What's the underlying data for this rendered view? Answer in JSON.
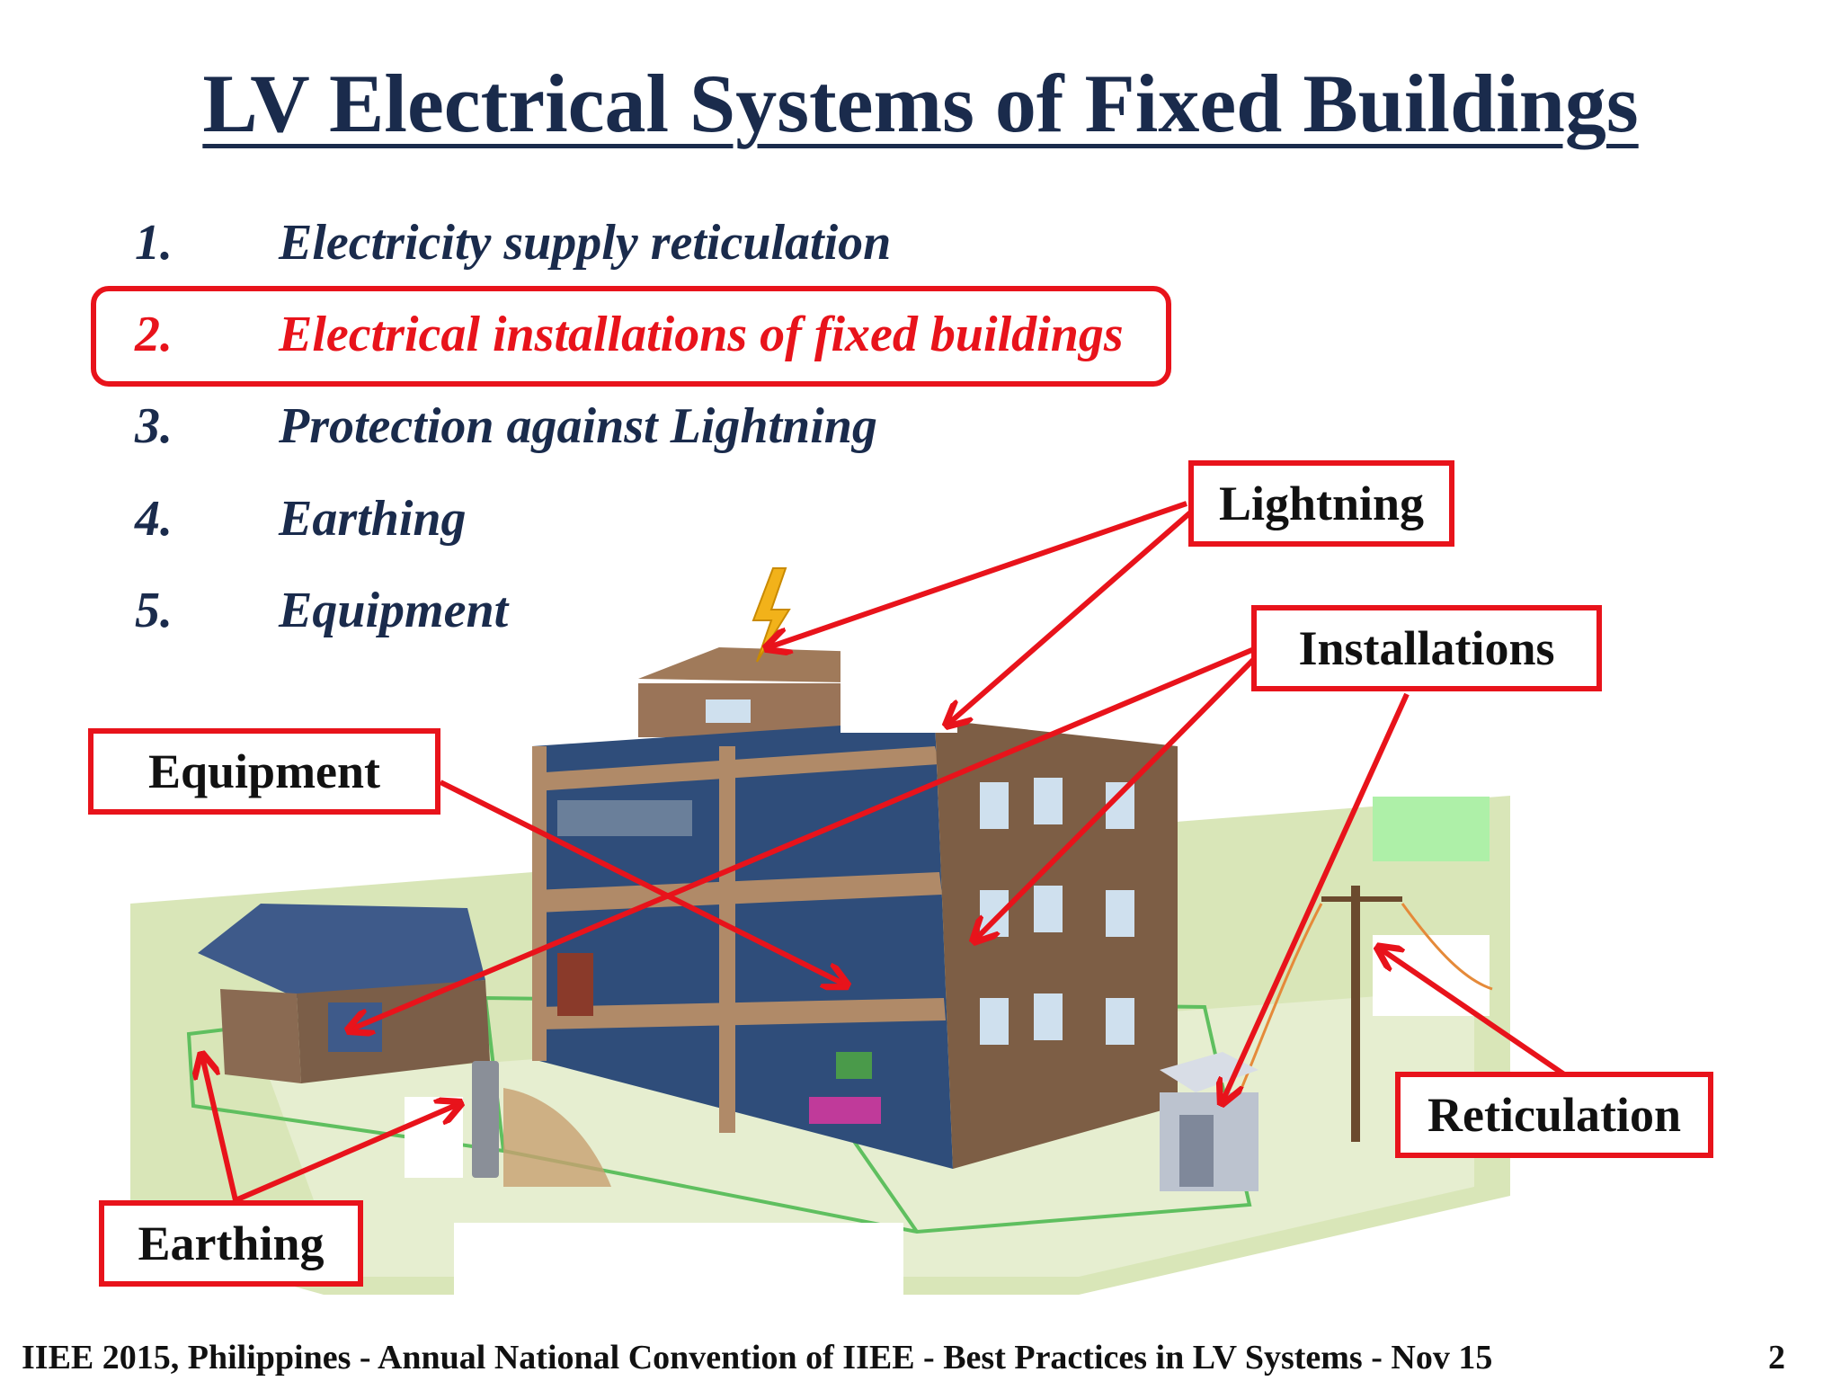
{
  "slide": {
    "title": "LV Electrical Systems of Fixed Buildings",
    "items": [
      {
        "num": "1.",
        "text": "Electricity supply reticulation"
      },
      {
        "num": "2.",
        "text": "Electrical installations of fixed buildings"
      },
      {
        "num": "3.",
        "text": "Protection against Lightning"
      },
      {
        "num": "4.",
        "text": "Earthing"
      },
      {
        "num": "5.",
        "text": "Equipment"
      }
    ],
    "highlighted_item": 2,
    "accent_color": "#e8131b",
    "title_color": "#1a2b4c"
  },
  "callouts": {
    "lightning": "Lightning",
    "installations": "Installations",
    "equipment": "Equipment",
    "reticulation": "Reticulation",
    "earthing": "Earthing"
  },
  "footer": {
    "text": "IIEE 2015, Philippines - Annual National Convention of IIEE - Best Practices in LV Systems - Nov 15",
    "page": "2"
  }
}
